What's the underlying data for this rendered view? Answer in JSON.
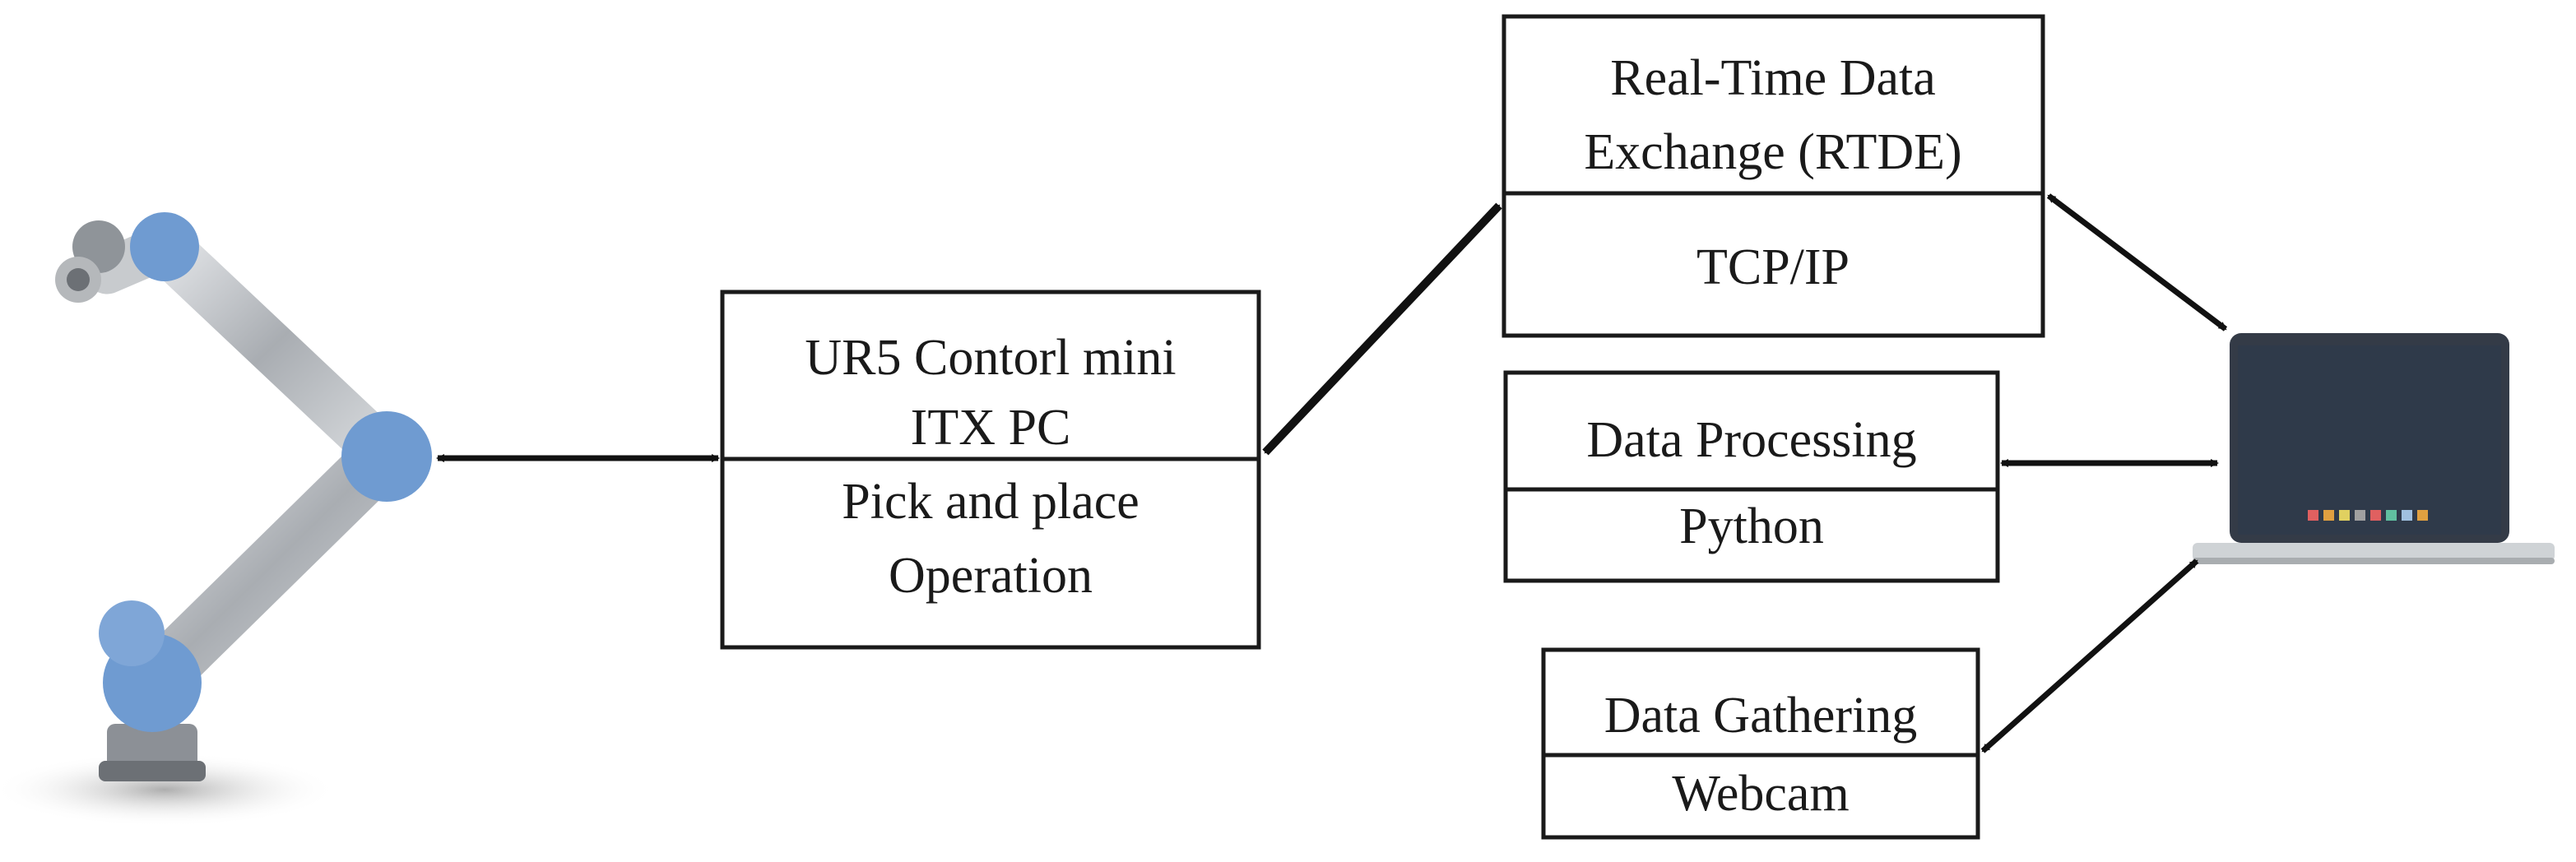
{
  "boxes": {
    "ur5": {
      "top_lines": [
        "UR5 Contorl mini",
        "ITX PC"
      ],
      "bottom_lines": [
        "Pick and place",
        "Operation"
      ]
    },
    "rtde": {
      "top_lines": [
        "Real-Time Data",
        "Exchange (RTDE)"
      ],
      "bottom_lines": [
        "TCP/IP"
      ]
    },
    "processing": {
      "top_lines": [
        "Data Processing"
      ],
      "bottom_lines": [
        "Python"
      ]
    },
    "gathering": {
      "top_lines": [
        "Data Gathering"
      ],
      "bottom_lines": [
        "Webcam"
      ]
    }
  },
  "icons": {
    "robot": "robot-arm-icon",
    "laptop": "laptop-icon"
  },
  "colors": {
    "robot_joint": "#6f9bd1",
    "robot_link": "#b9bcc0",
    "laptop_screen": "#343b47",
    "laptop_body": "#cfd3d6",
    "line": "#111111"
  },
  "laptop_dots": [
    "#e06060",
    "#e0a040",
    "#e0d060",
    "#a0a0a0",
    "#e06060",
    "#60c0a0",
    "#a0c0e0",
    "#e0a040"
  ]
}
